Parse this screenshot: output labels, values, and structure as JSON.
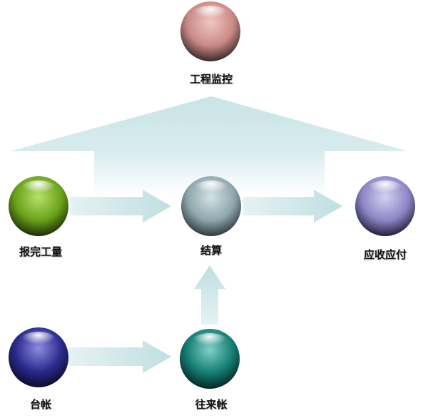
{
  "nodes": [
    {
      "id": "engineering-monitor",
      "label": "工程监控",
      "color": "#c98a86"
    },
    {
      "id": "completed-workload",
      "label": "报完工量",
      "color": "#6aa21a"
    },
    {
      "id": "settlement",
      "label": "结算",
      "color": "#8ea7ad"
    },
    {
      "id": "receivable-payable",
      "label": "应收应付",
      "color": "#8d86c6"
    },
    {
      "id": "ledger",
      "label": "台帐",
      "color": "#2a2a8c"
    },
    {
      "id": "current-account",
      "label": "往来帐",
      "color": "#157d74"
    }
  ]
}
